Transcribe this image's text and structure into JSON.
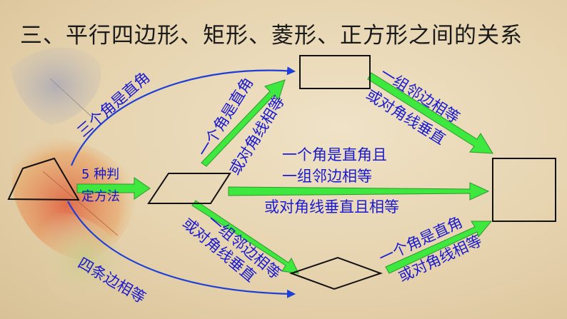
{
  "title": "三、平行四边形、矩形、菱形、正方形之间的关系",
  "labels": {
    "three_right_angles": "三个角是直角",
    "five_methods_line1": "5 种判",
    "five_methods_line2": "定方法",
    "four_equal_sides": "四条边相等",
    "para_to_rect_line1": "一个角是直角",
    "para_to_rect_line2": "或对角线相等",
    "rect_to_square_line1": "一组邻边相等",
    "rect_to_square_line2": "或对角线垂直",
    "para_to_square_line1": "一个角是直角且",
    "para_to_square_line2": "一组邻边相等",
    "para_to_square_line3": "或对角线垂直且相等",
    "para_to_rhombus_line1": "一组邻边相等",
    "para_to_rhombus_line2": "或对角线垂直",
    "rhombus_to_square_line1": "一个角是直角",
    "rhombus_to_square_line2": "或对角线相等"
  },
  "colors": {
    "arrow_fill": "#3ee83e",
    "curve_stroke": "#1d3fd6",
    "label_text": "#1a1ad0"
  }
}
